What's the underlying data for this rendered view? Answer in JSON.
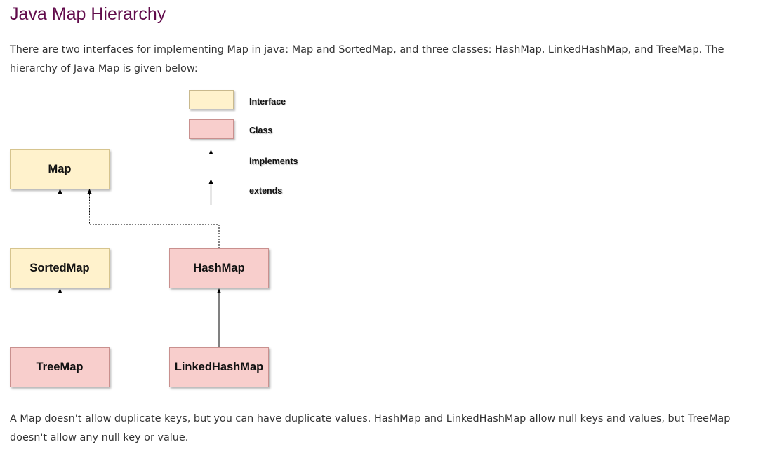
{
  "page": {
    "title": "Java Map Hierarchy",
    "intro": "There are two interfaces for implementing Map in java: Map and SortedMap, and three classes: HashMap, LinkedHashMap, and TreeMap. The hierarchy of Java Map is given below:",
    "note": "A Map doesn't allow duplicate keys, but you can have duplicate values. HashMap and LinkedHashMap allow null keys and values, but TreeMap doesn't allow any null key or value."
  },
  "colors": {
    "title": "#610b4b",
    "interface_fill": "#fff2cc",
    "class_fill": "#f8cecc"
  },
  "legend": {
    "interface_label": "Interface",
    "class_label": "Class",
    "implements_label": "implements",
    "extends_label": "extends"
  },
  "nodes": {
    "map": "Map",
    "sorted_map": "SortedMap",
    "hash_map": "HashMap",
    "tree_map": "TreeMap",
    "linked_hash_map": "LinkedHashMap"
  }
}
